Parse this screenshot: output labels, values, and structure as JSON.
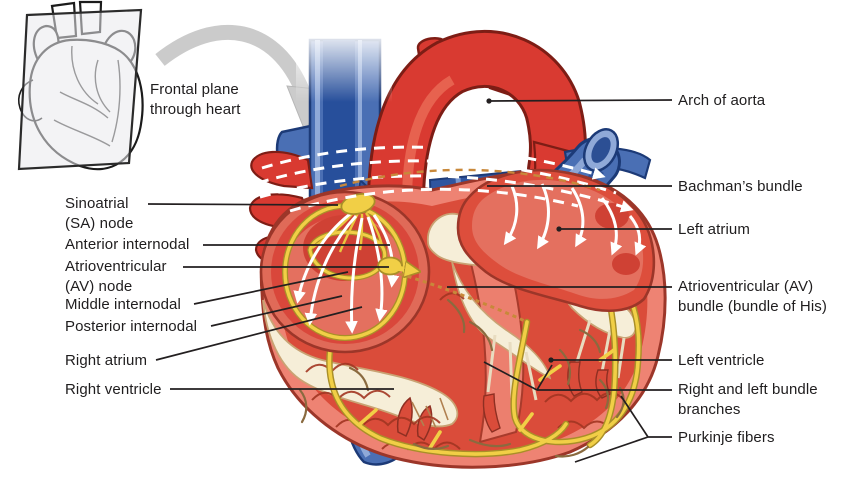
{
  "figure_type": "anatomical-diagram",
  "subject": "Cardiac conduction system of the heart (frontal section)",
  "inset": {
    "caption_line1": "Frontal plane",
    "caption_line2": "through heart"
  },
  "labels": {
    "sinoatrial_1": "Sinoatrial",
    "sinoatrial_2": "(SA) node",
    "anterior_internodal": "Anterior internodal",
    "atrioventricular_1": "Atrioventricular",
    "atrioventricular_2": "(AV) node",
    "middle_internodal": "Middle internodal",
    "posterior_internodal": "Posterior internodal",
    "right_atrium": "Right atrium",
    "right_ventricle": "Right ventricle",
    "arch_of_aorta": "Arch of aorta",
    "bachmans_bundle": "Bachman’s bundle",
    "left_atrium": "Left atrium",
    "av_bundle_1": "Atrioventricular (AV)",
    "av_bundle_2": "bundle (bundle of His)",
    "left_ventricle": "Left ventricle",
    "bundle_branches_1": "Right and left bundle",
    "bundle_branches_2": "branches",
    "purkinje_fibers": "Purkinje fibers"
  },
  "colors": {
    "artery_red": "#d93a31",
    "artery_red_dark": "#7d1d15",
    "vein_blue": "#4a6fb4",
    "vein_blue_dark": "#1c3a77",
    "vein_blue_core": "#274f9b",
    "vein_blue_light": "#8fa9d8",
    "heart_wall_salmon": "#ee8373",
    "heart_wall_outline": "#9c3629",
    "myocardium_red": "#da4c3a",
    "chamber_dark_red": "#cf4134",
    "conduction_yellow": "#f1cf46",
    "conduction_yellow_dark": "#a98f28",
    "purkinje_brown": "#8a6a3f",
    "valve_cream": "#f6eed8",
    "valve_cream_outline": "#c9a273",
    "leader_line": "#231f20",
    "inset_plane_gray": "#e9e9ec",
    "arrow_gray": "#cbcbcb"
  }
}
